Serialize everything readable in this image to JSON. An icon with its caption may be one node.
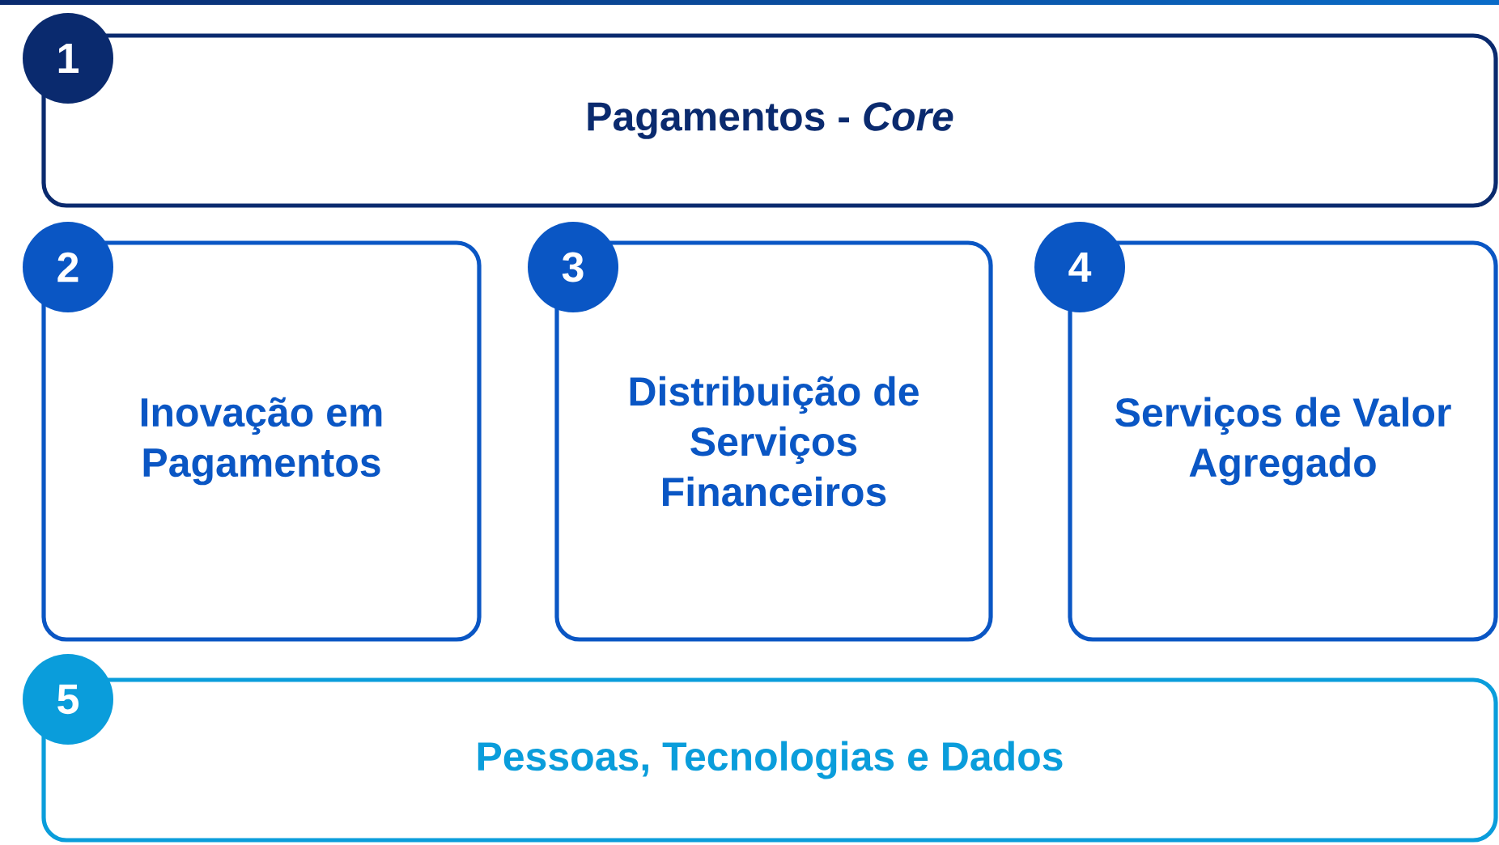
{
  "diagram": {
    "nodes": [
      {
        "text": [
          "1",
          "Pagamentos - *Core*"
        ]
      },
      {
        "text": [
          "2",
          "Inovação em Pagamentos"
        ]
      },
      {
        "text": [
          "3",
          "Distribuição de Serviços Financeiros"
        ]
      },
      {
        "text": [
          "4",
          "Serviços de Valor Agregado"
        ]
      },
      {
        "text": [
          "5",
          "Pessoas, Tecnologias e Dados"
        ]
      }
    ]
  }
}
